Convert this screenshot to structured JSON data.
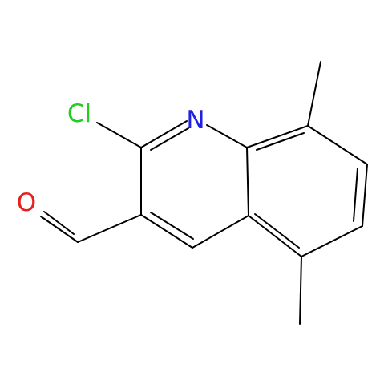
{
  "molecule": {
    "atoms": {
      "cl": {
        "label": "Cl",
        "color": "#22cc22"
      },
      "n": {
        "label": "N",
        "color": "#1f1fe6"
      },
      "o": {
        "label": "O",
        "color": "#e61f1f"
      }
    },
    "bond_color": "#000000"
  }
}
